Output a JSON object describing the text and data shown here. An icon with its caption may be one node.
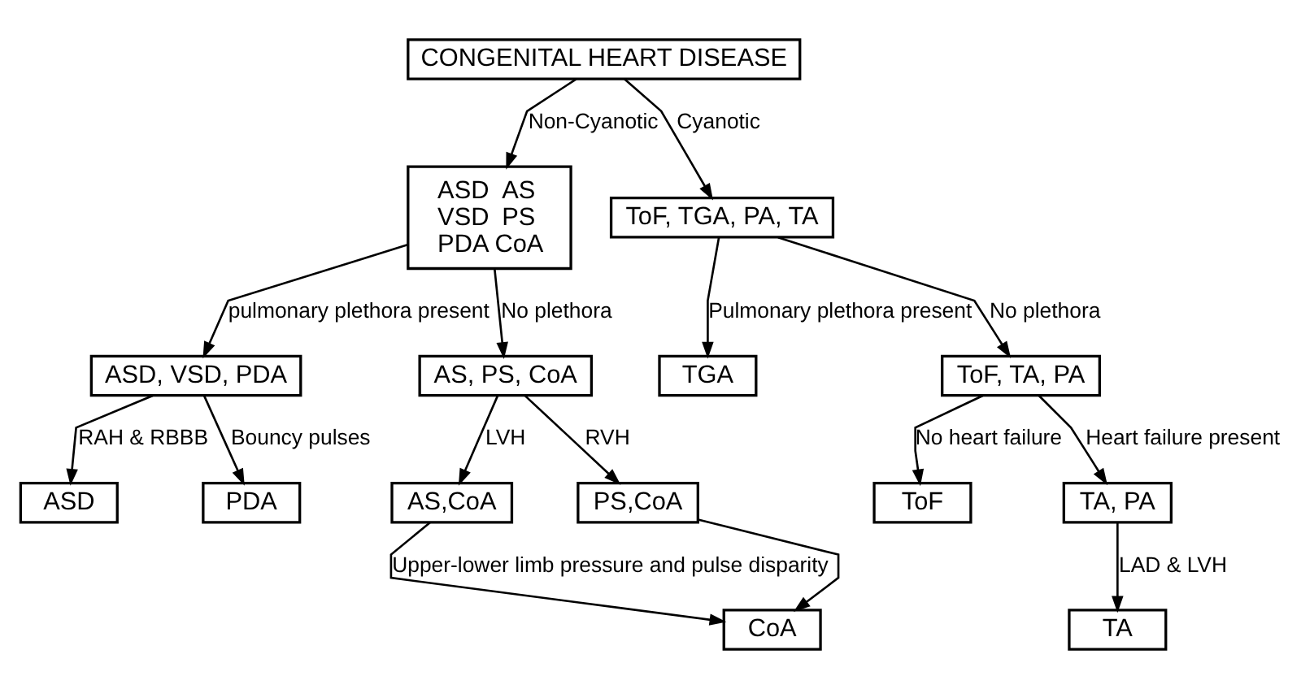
{
  "diagram": {
    "nodes": [
      {
        "text": [
          "CONGENITAL HEART DISEASE"
        ]
      },
      {
        "text": [
          "ASD VSD PDA",
          "AS PS CoA"
        ]
      },
      {
        "text": [
          "ToF, TGA, PA, TA"
        ]
      },
      {
        "text": [
          "ASD, VSD, PDA"
        ]
      },
      {
        "text": [
          "AS, PS, CoA"
        ]
      },
      {
        "text": [
          "ASD"
        ]
      },
      {
        "text": [
          "AS,CoA"
        ]
      },
      {
        "text": [
          "PS,CoA"
        ]
      },
      {
        "text": [
          "PDA"
        ]
      },
      {
        "text": [
          "CoA"
        ]
      },
      {
        "text": [
          "TGA"
        ]
      },
      {
        "text": [
          "ToF, TA, PA"
        ]
      },
      {
        "text": [
          "ToF"
        ]
      },
      {
        "text": [
          "TA, PA"
        ]
      },
      {
        "text": [
          "TA"
        ]
      }
    ],
    "edges": [
      {
        "from": 0,
        "to": 1,
        "arrow": "to",
        "label": "Non-Cyanotic"
      },
      {
        "from": 0,
        "to": 2,
        "arrow": "to",
        "label": "Cyanotic"
      },
      {
        "from": 1,
        "to": 3,
        "arrow": "to",
        "label": "pulmonary plethora present"
      },
      {
        "from": 1,
        "to": 4,
        "arrow": "to",
        "label": "No plethora"
      },
      {
        "from": 3,
        "to": 5,
        "arrow": "to",
        "label": "RAH & RBBB"
      },
      {
        "from": 3,
        "to": 8,
        "arrow": "to",
        "label": "Bouncy pulses"
      },
      {
        "from": 4,
        "to": 6,
        "arrow": "to",
        "label": "LVH"
      },
      {
        "from": 4,
        "to": 7,
        "arrow": "to",
        "label": "RVH"
      },
      {
        "from": 6,
        "to": 9,
        "arrow": "to",
        "label": "Upper-lower limb pressure and pulse disparity"
      },
      {
        "from": 7,
        "to": 9,
        "arrow": "to"
      },
      {
        "from": 2,
        "to": 10,
        "arrow": "to",
        "label": "Pulmonary plethora present"
      },
      {
        "from": 2,
        "to": 11,
        "arrow": "to",
        "label": "No plethora"
      },
      {
        "from": 11,
        "to": 12,
        "arrow": "to",
        "label": "No heart failure"
      },
      {
        "from": 11,
        "to": 13,
        "arrow": "to",
        "label": "Heart failure present"
      },
      {
        "from": 13,
        "to": 14,
        "arrow": "to",
        "label": "LAD & LVH"
      }
    ]
  }
}
